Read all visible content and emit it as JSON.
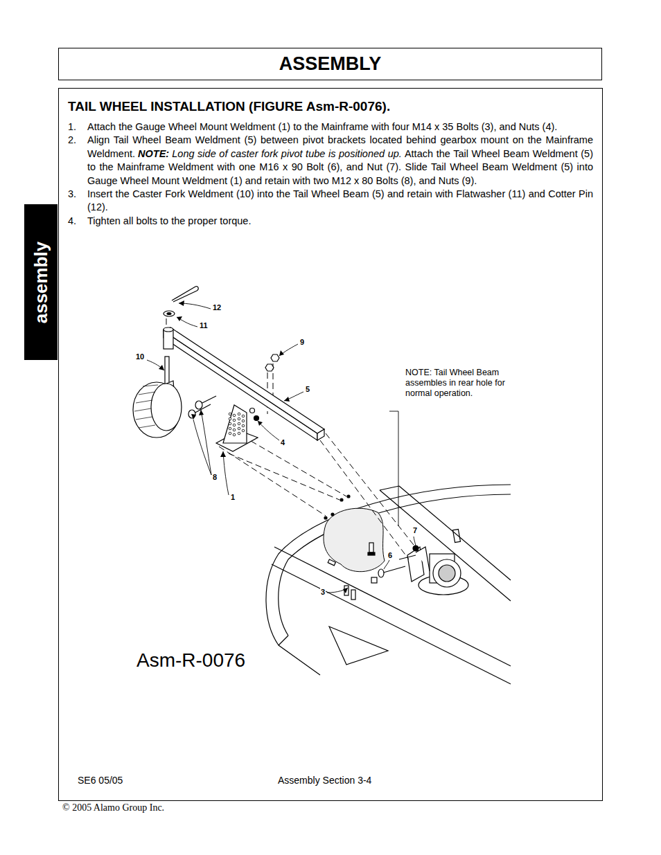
{
  "diagram": {
    "title": "TAIL WHEEL INSTALLATION (FIGURE Asm-R-0076).",
    "nodes": [
      {
        "text": [
          "ASSEMBLY"
        ]
      },
      {
        "text": [
          "assembly"
        ]
      }
    ],
    "labels": [
      "1.",
      "Attach the Gauge Wheel Mount Weldment (1) to the Mainframe with four M14 x 35 Bolts (3), and Nuts (4).",
      "2.",
      "Align Tail Wheel Beam Weldment (5) between pivot brackets located behind gearbox mount on the Mainframe Weldment.",
      "NOTE:",
      "Long side of caster fork pivot tube is positioned up.",
      "Attach the Tail Wheel Beam Weldment (5) to the Mainframe Weldment with one M16 x 90 Bolt (6), and Nut (7). Slide Tail Wheel Beam Weldment (5) into Gauge Wheel Mount Weldment (1) and retain with two M12 x 80 Bolts (8), and Nuts (9).",
      "3.",
      "Insert the Caster Fork Weldment (10) into the Tail Wheel Beam (5) and retain with Flatwasher (11) and Cotter Pin (12).",
      "4.",
      "Tighten all bolts to the proper torque.",
      "12",
      "11",
      "9",
      "10",
      "5",
      "4",
      "8",
      "1",
      "7",
      "6",
      "3",
      "NOTE: Tail Wheel Beam assembles in rear hole for normal operation.",
      "Asm-R-0076",
      "SE6 05/05",
      "Assembly Section 3-4",
      "© 2005 Alamo Group Inc."
    ]
  }
}
